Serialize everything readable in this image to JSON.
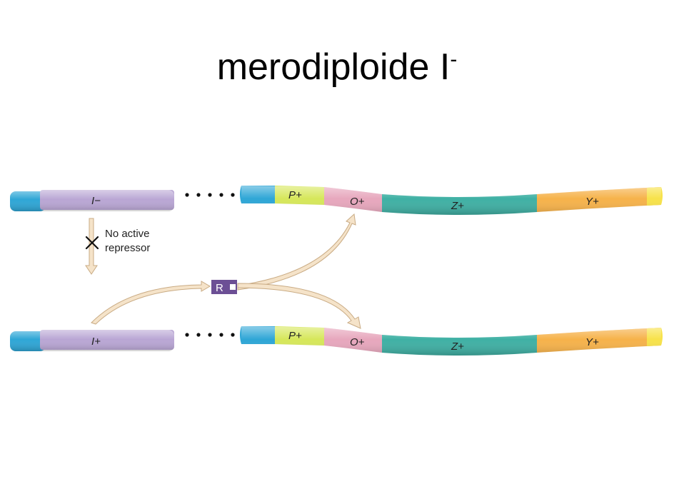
{
  "title": {
    "text": "merodiploide I",
    "superscript": "-"
  },
  "top_chromosome": {
    "regulator_label": "I−",
    "genes": [
      {
        "label": "P+",
        "color": "#d6e75a"
      },
      {
        "label": "O+",
        "color": "#e7a7bd"
      },
      {
        "label": "Z+",
        "color": "#3fb0a4"
      },
      {
        "label": "Y+",
        "color": "#f6b24a"
      }
    ]
  },
  "bottom_chromosome": {
    "regulator_label": "I+",
    "genes": [
      {
        "label": "P+",
        "color": "#d6e75a"
      },
      {
        "label": "O+",
        "color": "#e7a7bd"
      },
      {
        "label": "Z+",
        "color": "#3fb0a4"
      },
      {
        "label": "Y+",
        "color": "#f6b24a"
      }
    ]
  },
  "annotation": {
    "line1": "No active",
    "line2": "repressor"
  },
  "repressor": {
    "label": "R",
    "color": "#6c4f95"
  },
  "colors": {
    "end_cap": "#2ea6d6",
    "regulator_segment": "#b9a6d4",
    "arrow_fill": "#f5e3c9",
    "arrow_stroke": "#c9ab84"
  }
}
